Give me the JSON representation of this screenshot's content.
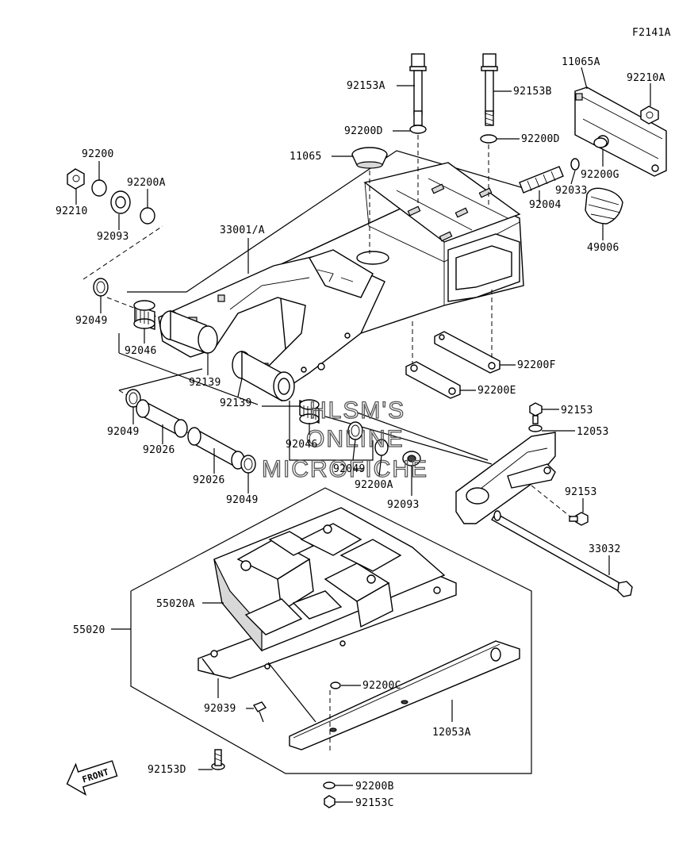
{
  "diagram_code": "F2141A",
  "watermark": [
    "HLSM'S",
    "ONLINE",
    "MICROFICHE"
  ],
  "front_label": "FRONT",
  "parts": {
    "p92153A": "92153A",
    "p92153B": "92153B",
    "p11065A": "11065A",
    "p92210A": "92210A",
    "p92200D_left": "92200D",
    "p92200D_right": "92200D",
    "p11065": "11065",
    "p92200G": "92200G",
    "p92200": "92200",
    "p92200A_top": "92200A",
    "p92210": "92210",
    "p92093_top": "92093",
    "p92033": "92033",
    "p92004": "92004",
    "p49006": "49006",
    "p33001A": "33001/A",
    "p92049_a": "92049",
    "p92046_a": "92046",
    "p92139_a": "92139",
    "p92139_b": "92139",
    "p92200F": "92200F",
    "p92200E": "92200E",
    "p92049_b": "92049",
    "p92026_a": "92026",
    "p92026_b": "92026",
    "p92049_c": "92049",
    "p92046_b": "92046",
    "p92049_d": "92049",
    "p92200A_mid": "92200A",
    "p92093_mid": "92093",
    "p92153_a": "92153",
    "p12053": "12053",
    "p92153_b": "92153",
    "p33032": "33032",
    "p55020A": "55020A",
    "p55020": "55020",
    "p92200C": "92200C",
    "p92039": "92039",
    "p12053A": "12053A",
    "p92153D": "92153D",
    "p92200B": "92200B",
    "p92153C": "92153C"
  }
}
